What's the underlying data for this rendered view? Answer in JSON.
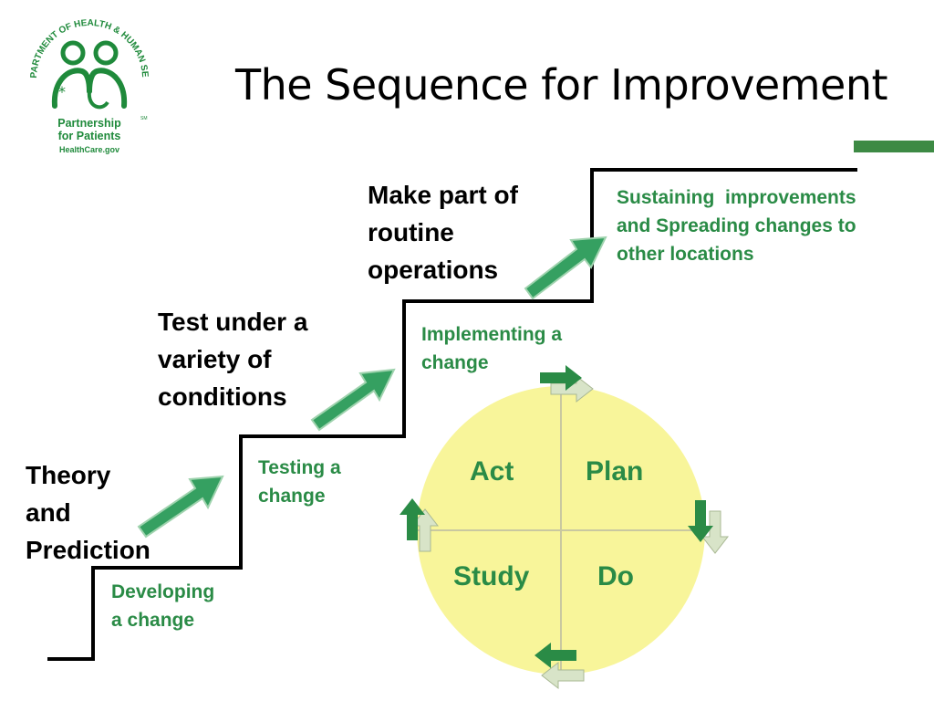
{
  "title": "The Sequence for Improvement",
  "logo": {
    "arc_text": "U.S. DEPARTMENT OF HEALTH & HUMAN SERVICES",
    "name_line1": "Partnership",
    "name_line2": "for Patients",
    "mark": "SM",
    "url": "HealthCare.gov"
  },
  "steps": {
    "theory": [
      "Theory",
      "and",
      "Prediction"
    ],
    "test": [
      "Test under a",
      "variety of",
      "conditions"
    ],
    "routine": [
      "Make part of",
      "routine",
      "operations"
    ]
  },
  "phases": {
    "developing": [
      "Developing",
      "a change"
    ],
    "testing": [
      "Testing a",
      "change"
    ],
    "implementing": [
      "Implementing a",
      "change"
    ],
    "sustaining": [
      "Sustaining  improvements",
      "and Spreading changes to",
      "other locations"
    ]
  },
  "pdsa": {
    "act": "Act",
    "plan": "Plan",
    "study": "Study",
    "do": "Do"
  },
  "colors": {
    "accent_green": "#2a8b46",
    "arrow_green": "#35a061",
    "circle_fill": "#f8f59a",
    "logo_green": "#1f8a3b"
  },
  "icons": [
    "up-right-arrow-icon",
    "cycle-arrow-icon",
    "stethoscope-logo-icon"
  ]
}
